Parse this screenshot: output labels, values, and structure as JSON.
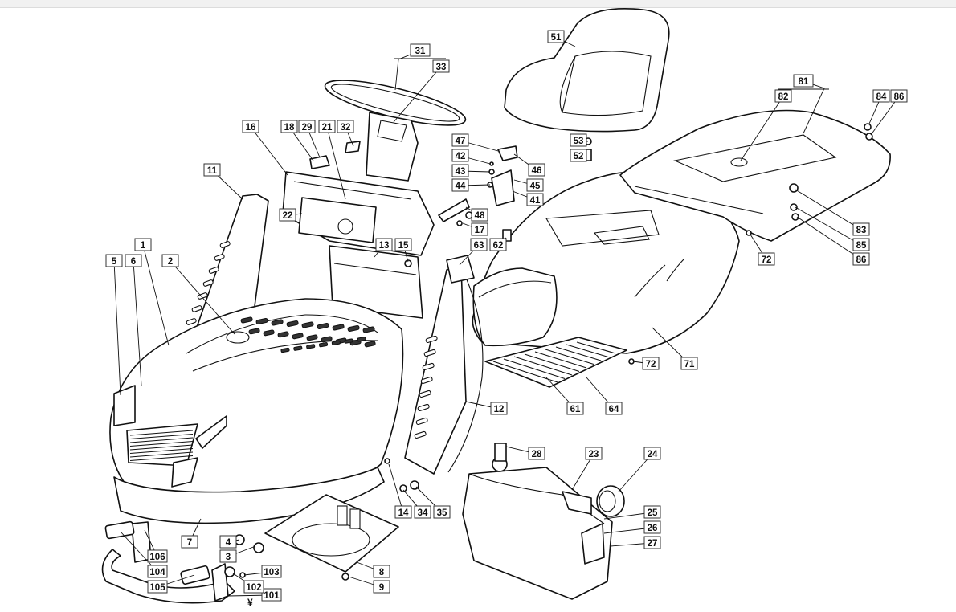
{
  "callouts": [
    {
      "id": "1",
      "text": "1"
    },
    {
      "id": "2",
      "text": "2"
    },
    {
      "id": "3",
      "text": "3"
    },
    {
      "id": "4",
      "text": "4"
    },
    {
      "id": "5",
      "text": "5"
    },
    {
      "id": "6",
      "text": "6"
    },
    {
      "id": "7",
      "text": "7"
    },
    {
      "id": "8",
      "text": "8"
    },
    {
      "id": "9",
      "text": "9"
    },
    {
      "id": "11",
      "text": "11"
    },
    {
      "id": "12",
      "text": "12"
    },
    {
      "id": "13",
      "text": "13"
    },
    {
      "id": "14",
      "text": "14"
    },
    {
      "id": "15",
      "text": "15"
    },
    {
      "id": "16",
      "text": "16"
    },
    {
      "id": "17",
      "text": "17"
    },
    {
      "id": "18",
      "text": "18"
    },
    {
      "id": "21",
      "text": "21"
    },
    {
      "id": "22",
      "text": "22"
    },
    {
      "id": "23",
      "text": "23"
    },
    {
      "id": "24",
      "text": "24"
    },
    {
      "id": "25",
      "text": "25"
    },
    {
      "id": "26",
      "text": "26"
    },
    {
      "id": "27",
      "text": "27"
    },
    {
      "id": "28",
      "text": "28"
    },
    {
      "id": "29",
      "text": "29"
    },
    {
      "id": "31",
      "text": "31"
    },
    {
      "id": "32",
      "text": "32"
    },
    {
      "id": "33",
      "text": "33"
    },
    {
      "id": "34",
      "text": "34"
    },
    {
      "id": "35",
      "text": "35"
    },
    {
      "id": "41",
      "text": "41"
    },
    {
      "id": "42",
      "text": "42"
    },
    {
      "id": "43",
      "text": "43"
    },
    {
      "id": "44",
      "text": "44"
    },
    {
      "id": "45",
      "text": "45"
    },
    {
      "id": "46",
      "text": "46"
    },
    {
      "id": "47",
      "text": "47"
    },
    {
      "id": "48",
      "text": "48"
    },
    {
      "id": "51",
      "text": "51"
    },
    {
      "id": "52",
      "text": "52"
    },
    {
      "id": "53",
      "text": "53"
    },
    {
      "id": "61",
      "text": "61"
    },
    {
      "id": "62",
      "text": "62"
    },
    {
      "id": "63",
      "text": "63"
    },
    {
      "id": "64",
      "text": "64"
    },
    {
      "id": "71",
      "text": "71"
    },
    {
      "id": "72a",
      "text": "72"
    },
    {
      "id": "72b",
      "text": "72"
    },
    {
      "id": "81",
      "text": "81"
    },
    {
      "id": "82",
      "text": "82"
    },
    {
      "id": "83",
      "text": "83"
    },
    {
      "id": "84",
      "text": "84"
    },
    {
      "id": "85",
      "text": "85"
    },
    {
      "id": "86a",
      "text": "86"
    },
    {
      "id": "86b",
      "text": "86"
    },
    {
      "id": "101",
      "text": "101"
    },
    {
      "id": "102",
      "text": "102"
    },
    {
      "id": "103",
      "text": "103"
    },
    {
      "id": "104",
      "text": "104"
    },
    {
      "id": "105",
      "text": "105"
    },
    {
      "id": "106",
      "text": "106"
    }
  ],
  "marks": {
    "yen": "¥"
  }
}
